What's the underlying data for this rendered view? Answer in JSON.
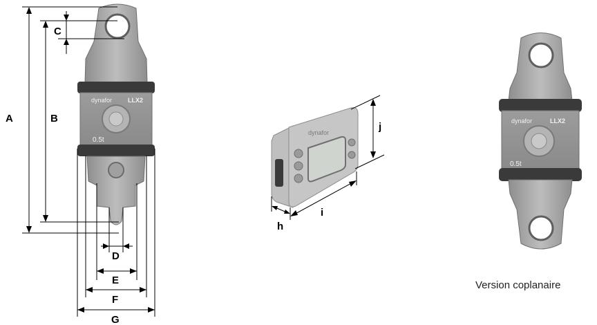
{
  "dimensions": {
    "A": "A",
    "B": "B",
    "C": "C",
    "D": "D",
    "E": "E",
    "F": "F",
    "G": "G",
    "h": "h",
    "i": "i",
    "j": "j"
  },
  "device": {
    "brand": "dynafor",
    "model": "LLX2",
    "capacity": "0.5t"
  },
  "caption": "Version coplanaire",
  "colors": {
    "body": "#a7a7a7",
    "body_dark": "#8a8a8a",
    "rubber": "#3a3a3a",
    "screen": "#cfd4cf",
    "lines": "#000000"
  }
}
